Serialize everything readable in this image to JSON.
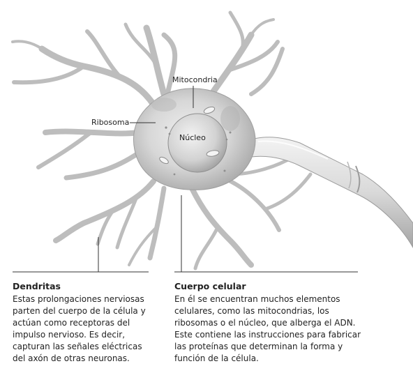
{
  "labels": {
    "mitochondria": "Mitocondria",
    "ribosome": "Ribosoma",
    "nucleus": "Núcleo"
  },
  "captions": {
    "dendrites": {
      "title": "Dendritas",
      "text": "Estas prolongaciones nerviosas parten del cuerpo de la célula y actúan como receptoras del impulso nervioso. Es decir, capturan las señales eléctricas del axón de otras neuronas."
    },
    "cell_body": {
      "title": "Cuerpo celular",
      "text": "En él se encuentran muchos elementos celulares, como las mitocondrias, los ribosomas o el núcleo, que alberga el ADN. Este contiene las instrucciones para fabricar las proteínas que determinan la forma y función de la célula."
    }
  },
  "colors": {
    "cell_fill": "#dcdcdc",
    "cell_shade": "#a8a8a8",
    "nucleus_fill": "#cfcfcf",
    "line": "#333333"
  }
}
